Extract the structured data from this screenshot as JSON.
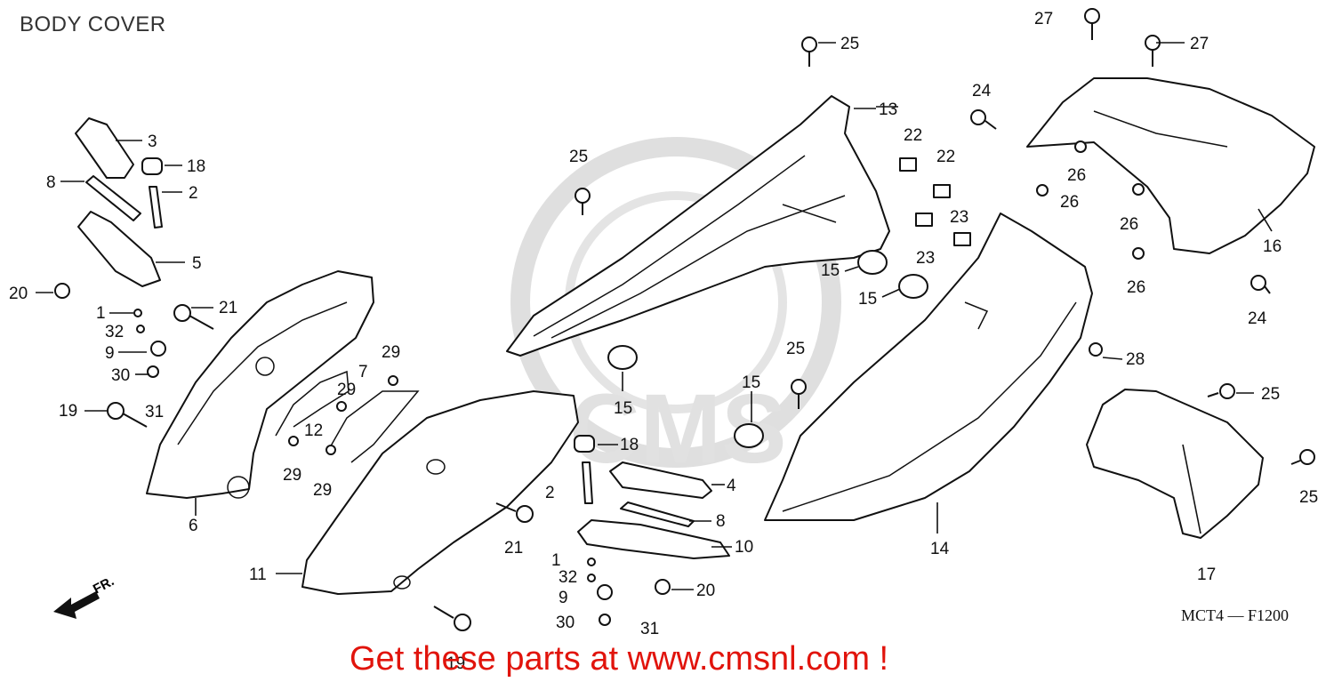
{
  "title": "BODY COVER",
  "diagram_code": "MCT4 — F1200",
  "front_label": "FR.",
  "watermark": "CMS",
  "promo": "Get these parts at www.cmsnl.com !",
  "colors": {
    "promo": "#e1140c",
    "lines": "#111111",
    "watermark": "#d8d8d8"
  },
  "callouts": [
    "1",
    "2",
    "3",
    "4",
    "5",
    "6",
    "7",
    "8",
    "9",
    "10",
    "11",
    "12",
    "13",
    "14",
    "15",
    "16",
    "17",
    "18",
    "19",
    "20",
    "21",
    "22",
    "23",
    "24",
    "25",
    "26",
    "27",
    "28",
    "29",
    "30",
    "31",
    "32"
  ]
}
